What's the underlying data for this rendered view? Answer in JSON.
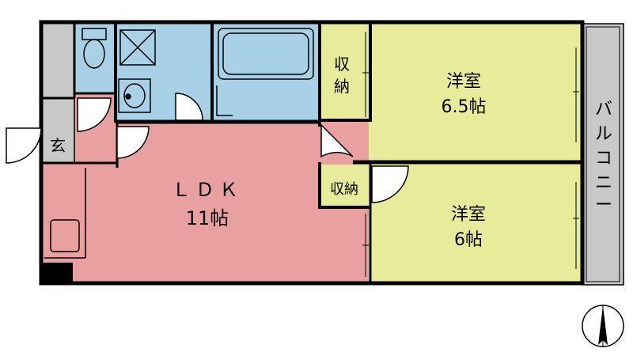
{
  "colors": {
    "ldk": "#e8a0a0",
    "western": "#e8ec9a",
    "wet": "#a8d0e6",
    "storage": "#e8ec9a",
    "balcony": "#c8c8c8",
    "wall": "#000000"
  },
  "rooms": {
    "western_a": {
      "name": "洋室",
      "size": "6.5帖"
    },
    "western_b": {
      "name": "洋室",
      "size": "6帖"
    },
    "ldk": {
      "name": "ＬＤＫ",
      "size": "11帖"
    },
    "storage_a": {
      "line1": "収",
      "line2": "納"
    },
    "storage_b": {
      "label": "収納"
    },
    "entrance": {
      "label": "玄"
    },
    "balcony": {
      "chars": [
        "バ",
        "ル",
        "コ",
        "ニ",
        "ー"
      ]
    }
  },
  "compass": {
    "icon": "north-arrow-icon"
  }
}
